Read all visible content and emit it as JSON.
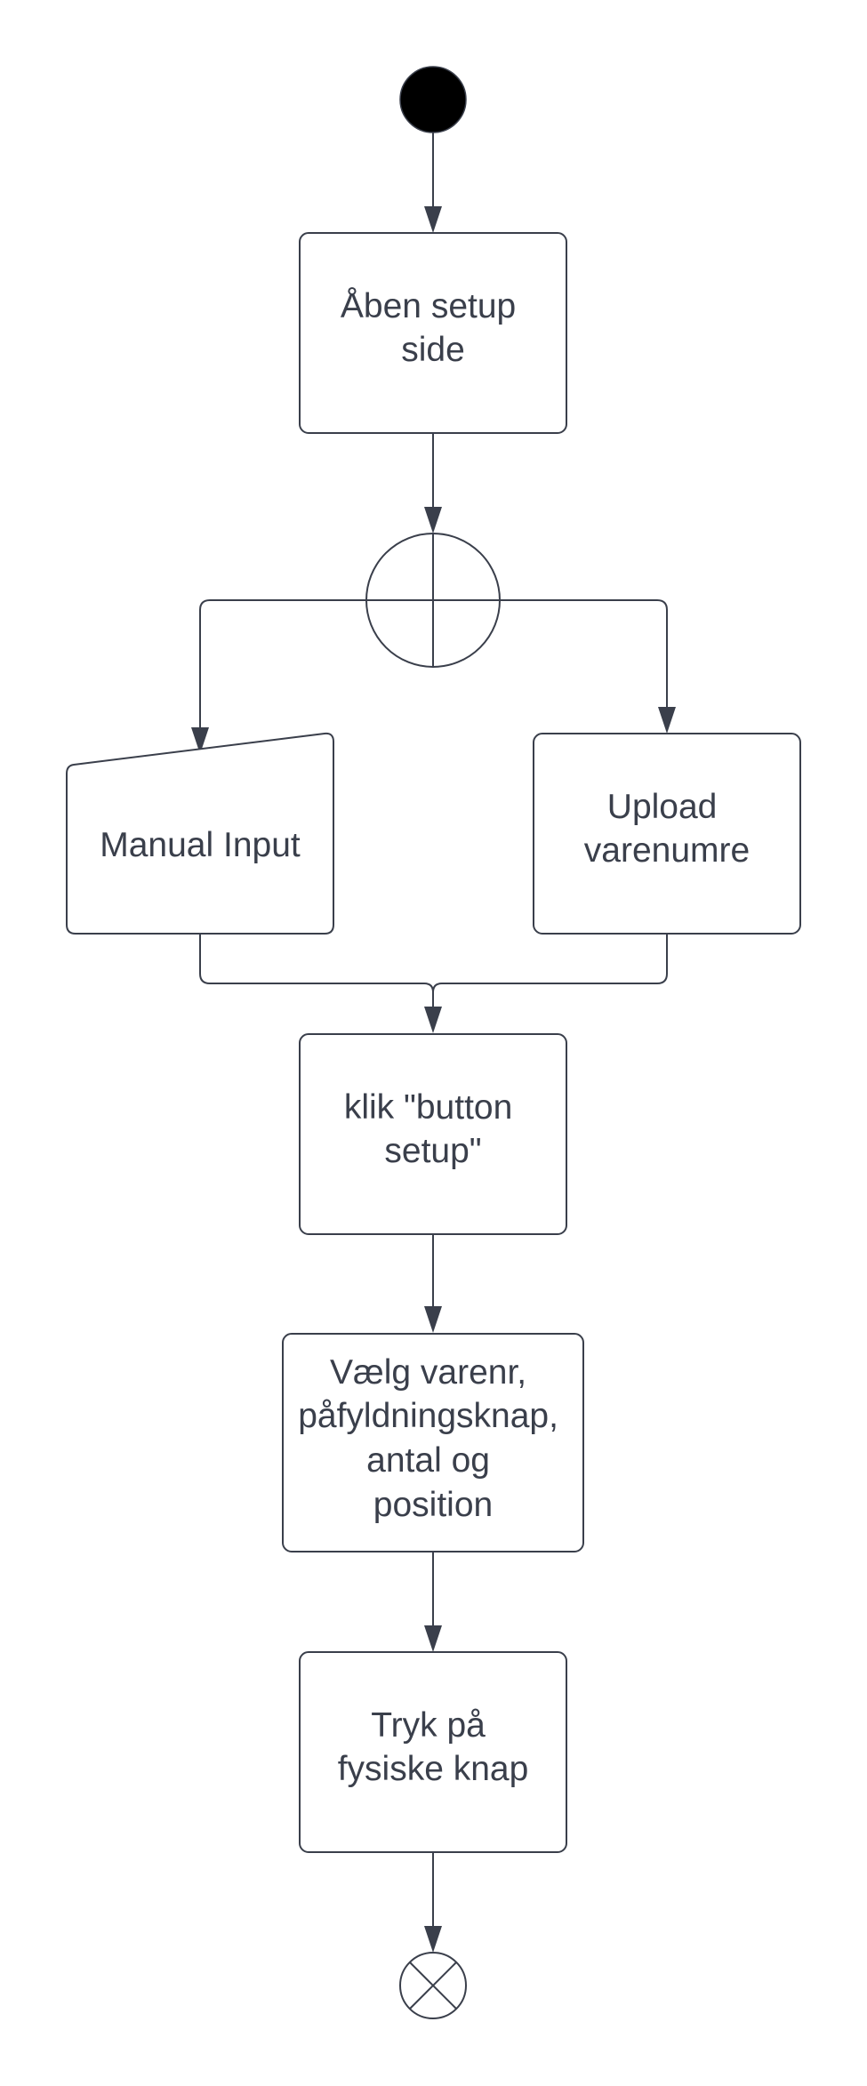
{
  "diagram": {
    "type": "uml-activity",
    "colors": {
      "stroke": "#3a3f4b",
      "text": "#3a3f4b",
      "start_fill": "#000000",
      "background": "#ffffff"
    },
    "nodes": [
      {
        "id": "start",
        "kind": "initial"
      },
      {
        "id": "open",
        "kind": "action",
        "lines": [
          "Åben setup",
          "side"
        ]
      },
      {
        "id": "fork",
        "kind": "fork"
      },
      {
        "id": "manual",
        "kind": "manual-input",
        "lines": [
          "Manual Input"
        ]
      },
      {
        "id": "upload",
        "kind": "action",
        "lines": [
          "Upload",
          "varenumre"
        ]
      },
      {
        "id": "click",
        "kind": "action",
        "lines": [
          "klik \"button",
          "setup\""
        ]
      },
      {
        "id": "choose",
        "kind": "action",
        "lines": [
          "Vælg varenr,",
          "påfyldningsknap,",
          "antal og",
          "position"
        ]
      },
      {
        "id": "press",
        "kind": "action",
        "lines": [
          "Tryk på",
          "fysiske knap"
        ]
      },
      {
        "id": "end",
        "kind": "flow-final"
      }
    ],
    "edges": [
      {
        "from": "start",
        "to": "open"
      },
      {
        "from": "open",
        "to": "fork"
      },
      {
        "from": "fork",
        "to": "manual"
      },
      {
        "from": "fork",
        "to": "upload"
      },
      {
        "from": "manual",
        "to": "click"
      },
      {
        "from": "upload",
        "to": "click"
      },
      {
        "from": "click",
        "to": "choose"
      },
      {
        "from": "choose",
        "to": "press"
      },
      {
        "from": "press",
        "to": "end"
      }
    ]
  }
}
